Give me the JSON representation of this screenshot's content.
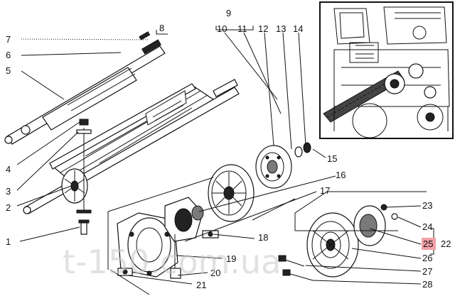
{
  "labels": {
    "n1": "1",
    "n2": "2",
    "n3": "3",
    "n4": "4",
    "n5": "5",
    "n6": "6",
    "n7": "7",
    "n8": "8",
    "n9": "9",
    "n10": "10",
    "n11": "11",
    "n12": "12",
    "n13": "13",
    "n14": "14",
    "n15": "15",
    "n16": "16",
    "n17": "17",
    "n18": "18",
    "n19": "19",
    "n20": "20",
    "n21": "21",
    "n22": "22",
    "n23": "23",
    "n24": "24",
    "n25": "25",
    "n26": "26",
    "n27": "27",
    "n28": "28"
  },
  "highlighted_label": "25",
  "highlight_color": "#f2a0a8",
  "watermark": "t-150.com.ua"
}
